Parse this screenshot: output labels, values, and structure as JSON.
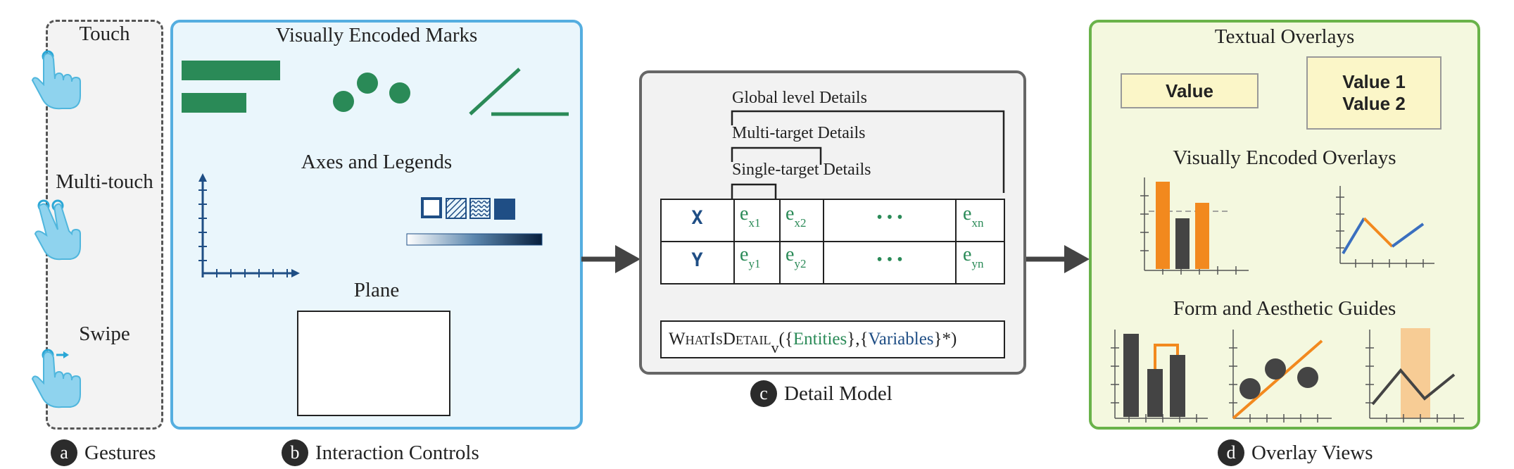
{
  "panel_a": {
    "gestures": [
      "Touch",
      "Multi-touch",
      "Swipe"
    ],
    "caption_letter": "a",
    "caption_text": "Gestures"
  },
  "panel_b": {
    "section_marks": "Visually Encoded Marks",
    "section_axes": "Axes and Legends",
    "section_plane": "Plane",
    "caption_letter": "b",
    "caption_text": "Interaction Controls"
  },
  "panel_c": {
    "global": "Global level Details",
    "multi": "Multi-target Details",
    "single": "Single-target Details",
    "row_labels": [
      "X",
      "Y"
    ],
    "cells_x": [
      {
        "e": "e",
        "sub": "x1"
      },
      {
        "e": "e",
        "sub": "x2"
      },
      {
        "e": "e",
        "sub": "xn"
      }
    ],
    "cells_y": [
      {
        "e": "e",
        "sub": "y1"
      },
      {
        "e": "e",
        "sub": "y2"
      },
      {
        "e": "e",
        "sub": "yn"
      }
    ],
    "ellipsis": "• • •",
    "formula_name": "WhatIsDetail",
    "formula_sub": "v",
    "formula_open": "({",
    "formula_entities": "Entities",
    "formula_mid": "},{",
    "formula_variables": "Variables",
    "formula_close": "}*)",
    "caption_letter": "c",
    "caption_text": "Detail Model"
  },
  "panel_d": {
    "section_textual": "Textual Overlays",
    "value_single": "Value",
    "value_1": "Value 1",
    "value_2": "Value 2",
    "section_visual": "Visually Encoded Overlays",
    "section_guides": "Form and Aesthetic Guides",
    "caption_letter": "d",
    "caption_text": "Overlay Views"
  },
  "colors": {
    "mark_green": "#2a8a57",
    "axis_blue": "#1f4e85",
    "orange": "#f2891e",
    "dark_bar": "#444444",
    "line_blue": "#3a6fbf",
    "highlight": "#f7cc95"
  },
  "icons": [
    "touch-icon",
    "multi-touch-icon",
    "swipe-icon"
  ]
}
